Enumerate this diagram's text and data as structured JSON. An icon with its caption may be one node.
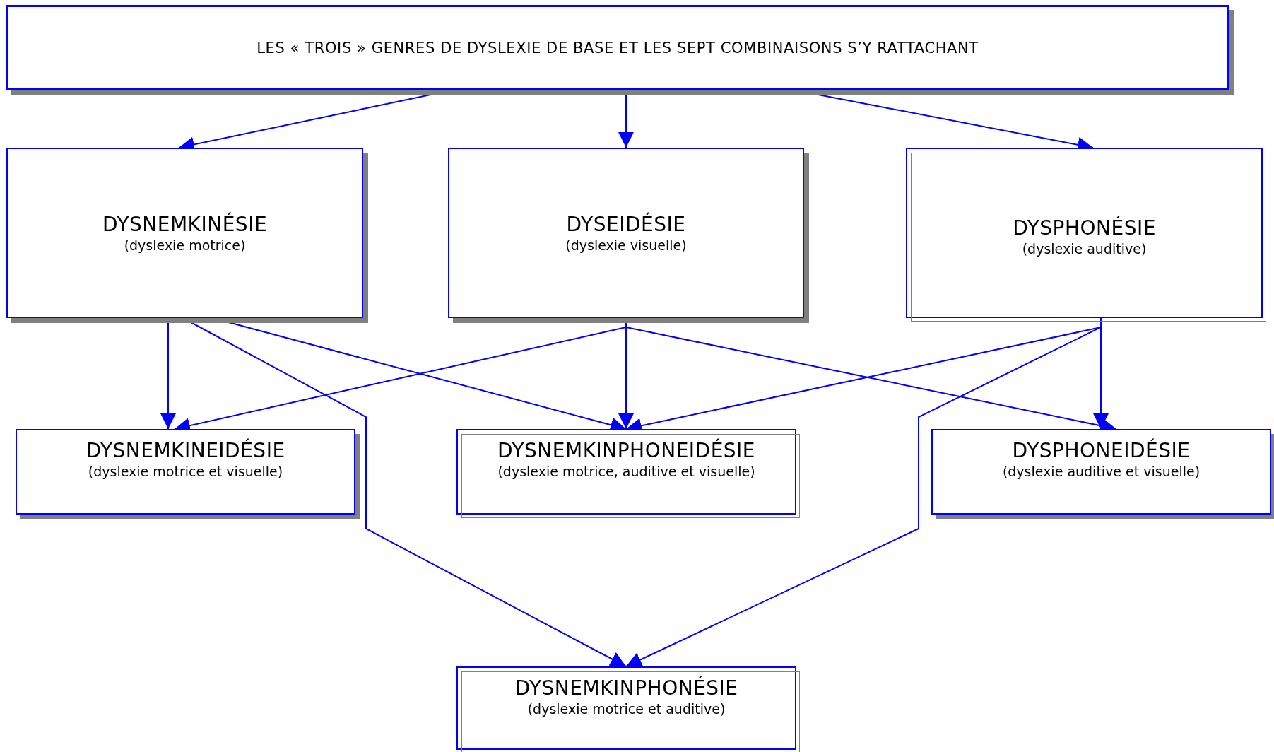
{
  "diagram": {
    "nodes": [
      {
        "text": [
          "LES « TROIS » GENRES DE DYSLEXIE DE BASE ET LES SEPT COMBINAISONS S’Y RATTACHANT"
        ]
      },
      {
        "text": [
          "DYSNEMKINÉSIE",
          "(dyslexie motrice)"
        ]
      },
      {
        "text": [
          "DYSEIDÉSIE",
          "(dyslexie visuelle)"
        ]
      },
      {
        "text": [
          "DYSPHONÉSIE",
          "(dyslexie auditive)"
        ]
      },
      {
        "text": [
          "DYSNEMKINEIDÉSIE",
          "(dyslexie motrice et visuelle)"
        ]
      },
      {
        "text": [
          "DYSNEMKINPHONEIDÉSIE",
          "(dyslexie motrice, auditive et visuelle)"
        ]
      },
      {
        "text": [
          "DYSPHONEIDÉSIE",
          "(dyslexie auditive et visuelle)"
        ]
      },
      {
        "text": [
          "DYSNEMKINPHONÉSIE",
          "(dyslexie motrice et auditive)"
        ]
      }
    ],
    "edges": [
      {
        "from": 0,
        "to": 1,
        "arrow": "to"
      },
      {
        "from": 0,
        "to": 2,
        "arrow": "to"
      },
      {
        "from": 0,
        "to": 3,
        "arrow": "to"
      },
      {
        "from": 1,
        "to": 4,
        "arrow": "to"
      },
      {
        "from": 1,
        "to": 5,
        "arrow": "to"
      },
      {
        "from": 1,
        "to": 7,
        "arrow": "to"
      },
      {
        "from": 2,
        "to": 4,
        "arrow": "to"
      },
      {
        "from": 2,
        "to": 5,
        "arrow": "to"
      },
      {
        "from": 2,
        "to": 6,
        "arrow": "to"
      },
      {
        "from": 3,
        "to": 5,
        "arrow": "to"
      },
      {
        "from": 3,
        "to": 6,
        "arrow": "to"
      },
      {
        "from": 3,
        "to": 7,
        "arrow": "to"
      }
    ]
  }
}
